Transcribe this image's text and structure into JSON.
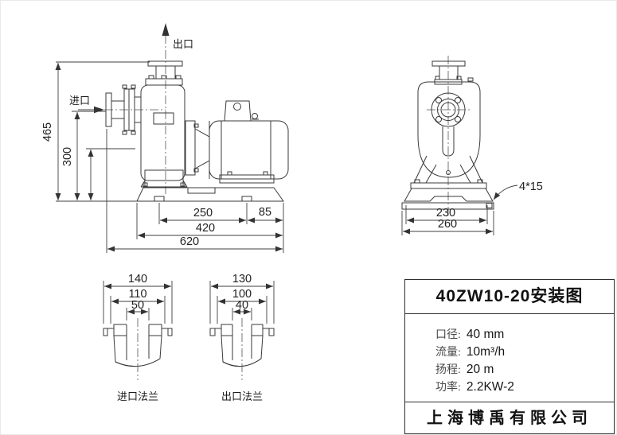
{
  "side_view": {
    "outlet_label": "出口",
    "inlet_label": "进口",
    "dim_total_height": "465",
    "dim_inlet_height": "300",
    "dim_bolt_span": "250",
    "dim_bolt_to_edge": "85",
    "dim_base_length": "420",
    "dim_overall_length": "620"
  },
  "front_view": {
    "dim_foot_width": "230",
    "dim_base_width": "260",
    "bolt_hole_callout": "4*15"
  },
  "inlet_flange": {
    "label": "进口法兰",
    "dim_outer": "140",
    "dim_bolt_circle": "110",
    "dim_bore": "50"
  },
  "outlet_flange": {
    "label": "出口法兰",
    "dim_outer": "130",
    "dim_bolt_circle": "100",
    "dim_bore": "40"
  },
  "title_block": {
    "title": "40ZW10-20安装图",
    "specs": [
      {
        "label": "口径:",
        "value": "40 mm"
      },
      {
        "label": "流量:",
        "value": "10m³/h"
      },
      {
        "label": "扬程:",
        "value": "20 m"
      },
      {
        "label": "功率:",
        "value": "2.2KW-2"
      }
    ],
    "company": "上海博禹有限公司"
  }
}
